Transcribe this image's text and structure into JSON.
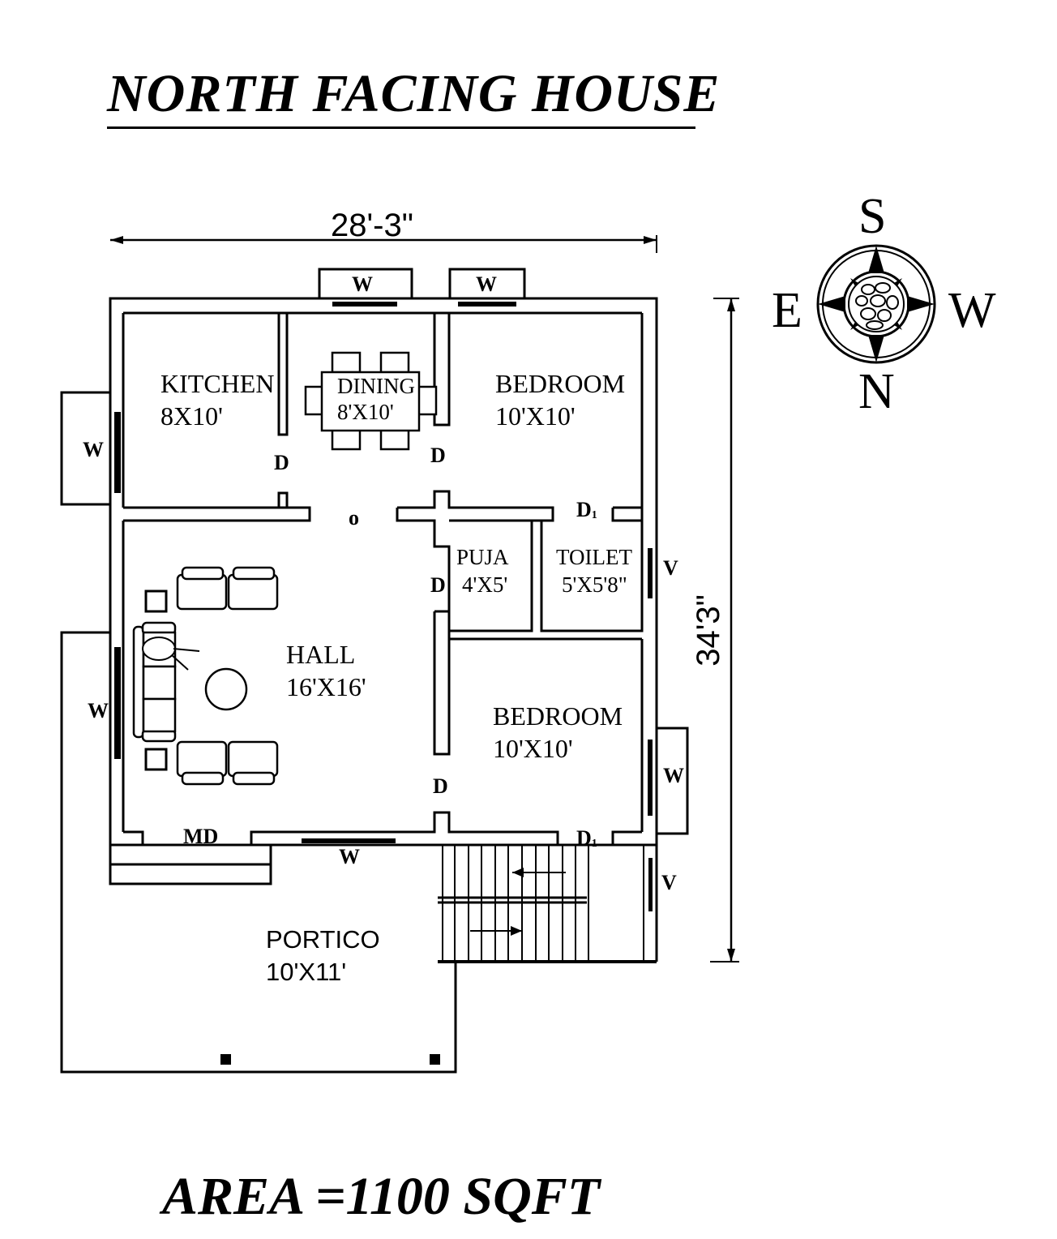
{
  "title": "NORTH FACING HOUSE",
  "area": "AREA =1100 SQFT",
  "dimensions": {
    "width": "28'-3\"",
    "depth": "34'3\""
  },
  "compass": {
    "top": "S",
    "bottom": "N",
    "left": "E",
    "right": "W"
  },
  "rooms": {
    "kitchen": {
      "name": "KITCHEN",
      "size": "8X10'"
    },
    "dining": {
      "name": "DINING",
      "size": "8'X10'"
    },
    "bedroom_top": {
      "name": "BEDROOM",
      "size": "10'X10'"
    },
    "puja": {
      "name": "PUJA",
      "size": "4'X5'"
    },
    "toilet": {
      "name": "TOILET",
      "size": "5'X5'8\""
    },
    "hall": {
      "name": "HALL",
      "size": "16'X16'"
    },
    "bedroom_bottom": {
      "name": "BEDROOM",
      "size": "10'X10'"
    },
    "portico": {
      "name": "PORTICO",
      "size": "10'X11'"
    }
  },
  "markers": {
    "window": "W",
    "door": "D",
    "door1": "D",
    "door1_sub": "1",
    "ventilator": "V",
    "main_door": "MD",
    "opening": "o"
  }
}
